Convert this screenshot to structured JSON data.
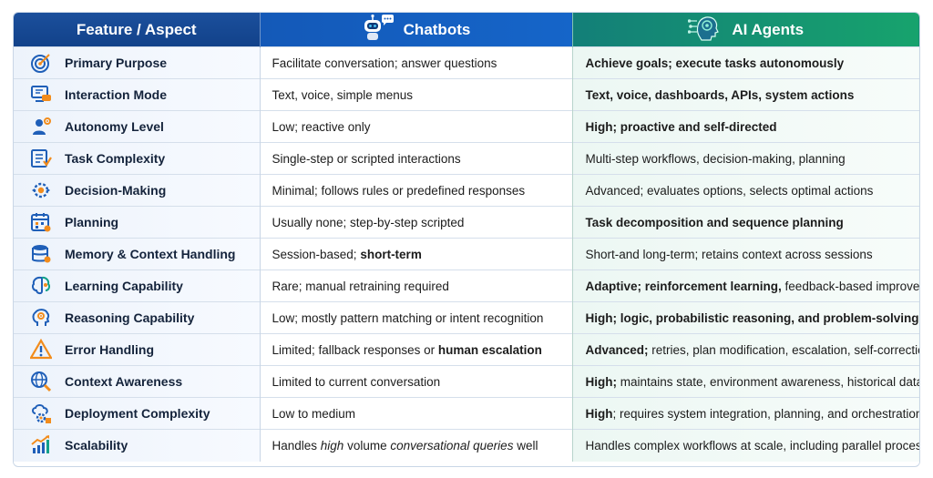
{
  "header": {
    "col1": "Feature / Aspect",
    "col2": "Chatbots",
    "col3": "AI Agents",
    "col2_icon": "robot-chat-icon",
    "col3_icon": "ai-head-circuit-icon"
  },
  "colors": {
    "header_blue": "#1459b8",
    "header_navy": "#12428a",
    "header_green": "#17a36d",
    "icon_blue": "#1f5fb8",
    "icon_orange": "#f28c1c"
  },
  "rows": [
    {
      "feature": "Primary Purpose",
      "icon": "target-icon",
      "chat": [
        {
          "t": "Facilitate conversation; answer questions"
        }
      ],
      "agent": [
        {
          "t": "Achieve goals; execute tasks autonomously",
          "b": true
        }
      ]
    },
    {
      "feature": "Interaction Mode",
      "icon": "monitor-chat-icon",
      "chat": [
        {
          "t": "Text, voice, simple menus"
        }
      ],
      "agent": [
        {
          "t": "Text, voice, dashboards, APIs, system actions",
          "b": true
        }
      ]
    },
    {
      "feature": "Autonomy Level",
      "icon": "person-gear-icon",
      "chat": [
        {
          "t": "Low; reactive only"
        }
      ],
      "agent": [
        {
          "t": "High; proactive and self-directed",
          "b": true
        }
      ]
    },
    {
      "feature": "Task Complexity",
      "icon": "checklist-icon",
      "chat": [
        {
          "t": "Single-step or scripted interactions"
        }
      ],
      "agent": [
        {
          "t": "Multi-step workflows, decision-making, planning"
        }
      ]
    },
    {
      "feature": "Decision-Making",
      "icon": "decision-gear-icon",
      "chat": [
        {
          "t": "Minimal; follows rules or predefined responses"
        }
      ],
      "agent": [
        {
          "t": "Advanced; evaluates options, selects optimal actions"
        }
      ]
    },
    {
      "feature": "Planning",
      "icon": "calendar-icon",
      "chat": [
        {
          "t": "Usually none; step-by-step scripted"
        }
      ],
      "agent": [
        {
          "t": "Task decomposition and sequence planning",
          "b": true
        }
      ]
    },
    {
      "feature": "Memory & Context Handling",
      "icon": "database-icon",
      "chat": [
        {
          "t": "Session-based; "
        },
        {
          "t": "short-term",
          "b": true
        }
      ],
      "agent": [
        {
          "t": "Short-and long-term; retains context across sessions"
        }
      ]
    },
    {
      "feature": "Learning Capability",
      "icon": "brain-icon",
      "chat": [
        {
          "t": "Rare; manual retraining required"
        }
      ],
      "agent": [
        {
          "t": "Adaptive; reinforcement learning, ",
          "b": true
        },
        {
          "t": "feedback-based improvement"
        }
      ]
    },
    {
      "feature": "Reasoning Capability",
      "icon": "brain-gear-icon",
      "chat": [
        {
          "t": "Low; mostly pattern matching or intent recognition"
        }
      ],
      "agent": [
        {
          "t": "High; logic, probabilistic reasoning, and problem-solving",
          "b": true
        }
      ]
    },
    {
      "feature": "Error Handling",
      "icon": "warning-icon",
      "chat": [
        {
          "t": "Limited; fallback responses or "
        },
        {
          "t": "human escalation",
          "b": true
        }
      ],
      "agent": [
        {
          "t": "Advanced; ",
          "b": true
        },
        {
          "t": "retries, plan modification, escalation, self-correction"
        }
      ]
    },
    {
      "feature": "Context Awareness",
      "icon": "globe-search-icon",
      "chat": [
        {
          "t": "Limited to current conversation"
        }
      ],
      "agent": [
        {
          "t": "High; ",
          "b": true
        },
        {
          "t": "maintains state, environment awareness, historical data"
        }
      ]
    },
    {
      "feature": "Deployment Complexity",
      "icon": "cloud-gear-icon",
      "chat": [
        {
          "t": "Low to medium"
        }
      ],
      "agent": [
        {
          "t": "High",
          "b": true
        },
        {
          "t": "; requires system integration, planning, and orchestration layers"
        }
      ]
    },
    {
      "feature": "Scalability",
      "icon": "growth-chart-icon",
      "chat": [
        {
          "t": "Handles "
        },
        {
          "t": "high",
          "i": true
        },
        {
          "t": " volume "
        },
        {
          "t": "conversational queries",
          "i": true
        },
        {
          "t": " well"
        }
      ],
      "agent": [
        {
          "t": "Handles complex workflows at scale, including parallel processes"
        }
      ]
    }
  ]
}
